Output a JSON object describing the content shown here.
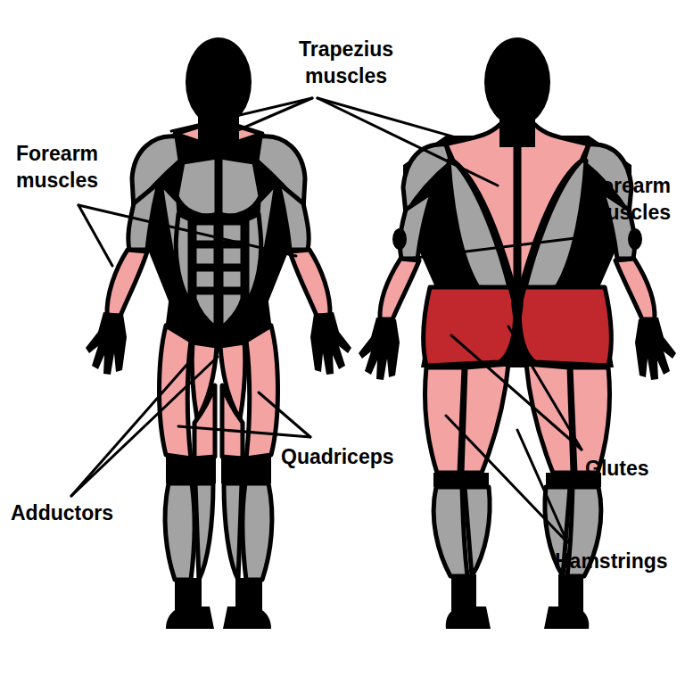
{
  "diagram": {
    "labels": [
      "Trapezius muscles",
      "Forearm muscles",
      "Forearm muscles",
      "Adductors",
      "Quadriceps",
      "Glutes",
      "Hamstrings"
    ]
  }
}
